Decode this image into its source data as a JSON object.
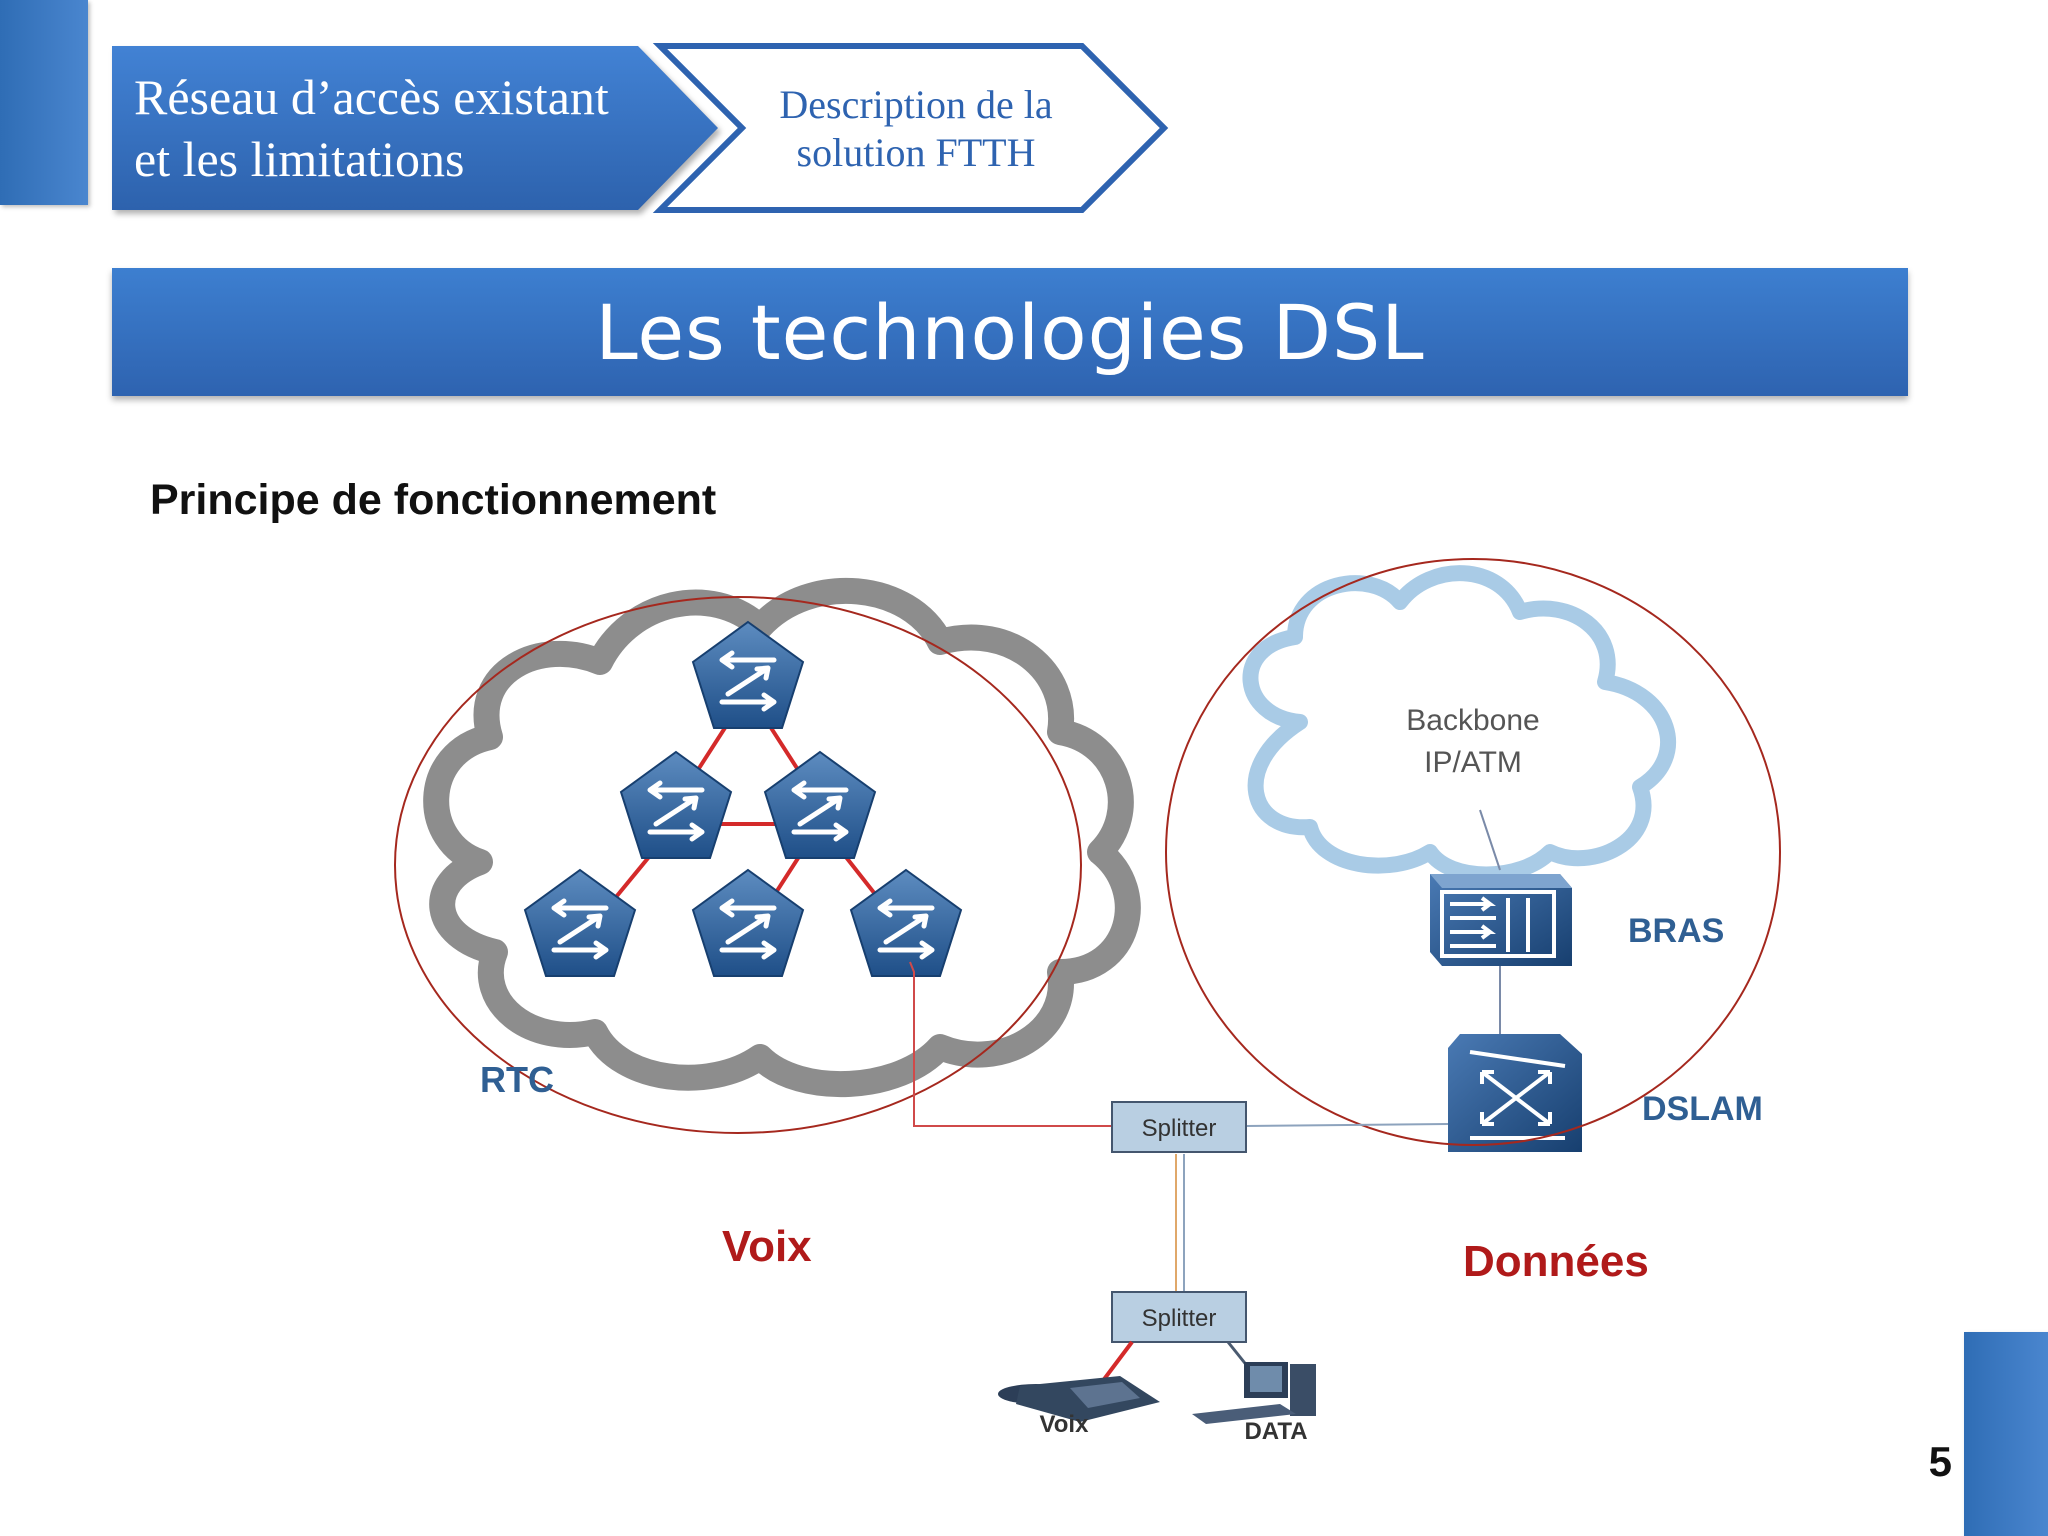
{
  "breadcrumb": {
    "active": "Réseau d’accès existant et les limitations",
    "active_line1": "Réseau d’accès existant",
    "active_line2": "et les limitations",
    "next_line1": "Description de la",
    "next_line2": "solution FTTH"
  },
  "title": "Les technologies DSL",
  "subtitle": "Principe de fonctionnement",
  "diagram": {
    "rtc_label": "RTC",
    "backbone_line1": "Backbone",
    "backbone_line2": "IP/ATM",
    "bras_label": "BRAS",
    "dslam_label": "DSLAM",
    "splitter_top": "Splitter",
    "splitter_bottom": "Splitter",
    "phone_label": "Voix",
    "pc_label": "DATA",
    "voice_caption": "Voix",
    "data_caption": "Données"
  },
  "page_number": "5",
  "colors": {
    "accent_blue": "#2e63b0",
    "caption_red": "#b01a1a",
    "link_red": "#d42a2a",
    "ellipse_red": "#a5281e"
  }
}
